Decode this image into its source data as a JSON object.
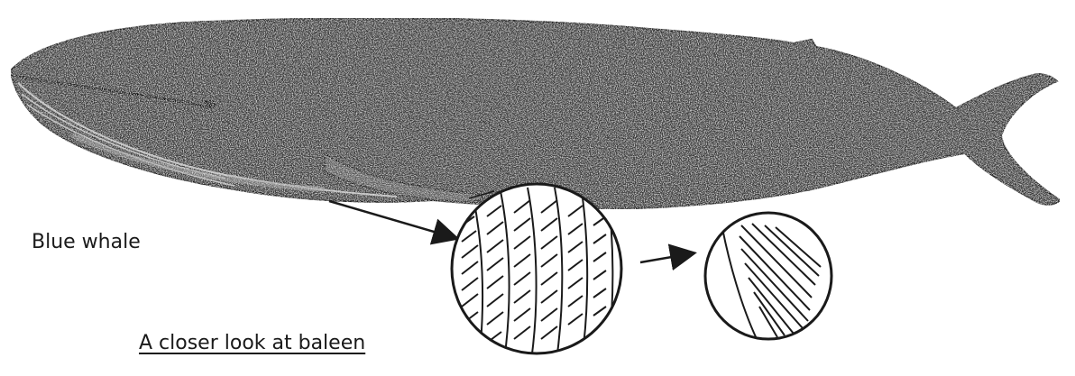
{
  "labels": {
    "whale": "Blue whale",
    "closer_look": "A closer look at baleen"
  },
  "illustration": {
    "subject": "blue-whale",
    "detail_views": [
      "baleen-plates-closeup",
      "single-baleen-plate"
    ]
  },
  "colors": {
    "ink": "#1a1a1a",
    "whale_fill": "#3a3a3a",
    "whale_stipple_light": "#9a9a9a",
    "background": "#ffffff"
  }
}
